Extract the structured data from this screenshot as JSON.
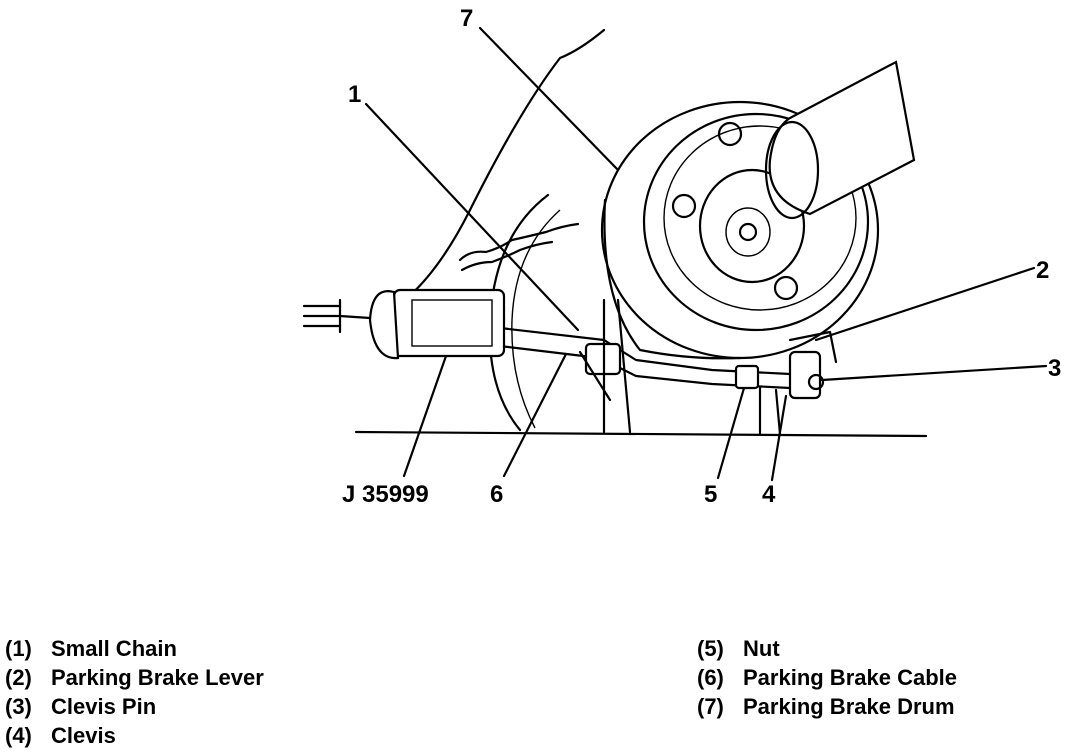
{
  "diagram": {
    "callouts": {
      "c1": "1",
      "c2": "2",
      "c3": "3",
      "c4": "4",
      "c5": "5",
      "c6": "6",
      "c7": "7",
      "tool": "J 35999"
    },
    "legend": {
      "left": [
        {
          "num": "(1)",
          "label": "Small Chain"
        },
        {
          "num": "(2)",
          "label": "Parking Brake Lever"
        },
        {
          "num": "(3)",
          "label": "Clevis Pin"
        },
        {
          "num": "(4)",
          "label": "Clevis"
        }
      ],
      "right": [
        {
          "num": "(5)",
          "label": "Nut"
        },
        {
          "num": "(6)",
          "label": "Parking Brake Cable"
        },
        {
          "num": "(7)",
          "label": "Parking Brake Drum"
        }
      ]
    }
  }
}
